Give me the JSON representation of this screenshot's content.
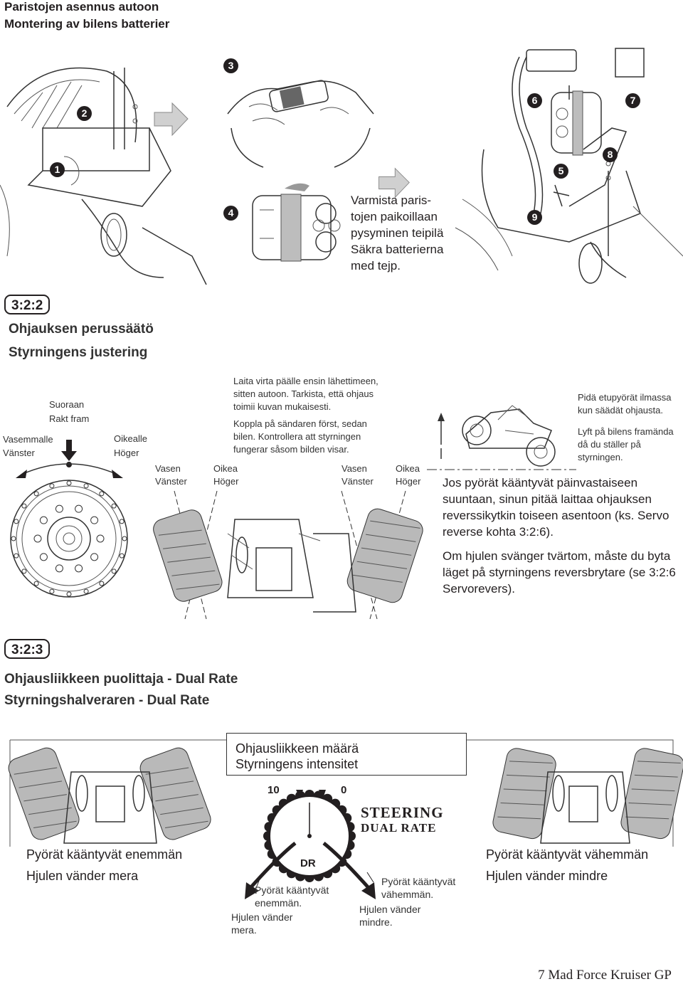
{
  "header": {
    "title_fi": "Paristojen asennus autoon",
    "title_sv": "Montering av bilens batterier"
  },
  "battery_steps": {
    "n1": "1",
    "n2": "2",
    "n3": "3",
    "n4": "4",
    "n5": "5",
    "n6": "6",
    "n7": "7",
    "n8": "8",
    "n9": "9",
    "tape_note_lines": [
      "Varmista paris-",
      "tojen paikoillaan",
      "pysyminen teipilä",
      "Säkra batterierna",
      "med tejp."
    ]
  },
  "section_322": {
    "number": "3:2:2",
    "title_fi": "Ohjauksen perussäätö",
    "title_sv": "Styrningens justering",
    "wheel": {
      "straight_fi": "Suoraan",
      "straight_sv": "Rakt fram",
      "left_fi": "Vasemmalle",
      "left_sv": "Vänster",
      "right_fi": "Oikealle",
      "right_sv": "Höger"
    },
    "car1": {
      "left_fi": "Vasen",
      "left_sv": "Vänster",
      "right_fi": "Oikea",
      "right_sv": "Höger"
    },
    "car2": {
      "left_fi": "Vasen",
      "left_sv": "Vänster",
      "right_fi": "Oikea",
      "right_sv": "Höger"
    },
    "instr_fi_lines": [
      "Laita virta päälle ensin lähettimeen,",
      "sitten autoon. Tarkista, että ohjaus",
      "toimii kuvan mukaisesti."
    ],
    "instr_sv_lines": [
      "Koppla på sändaren först, sedan",
      "bilen. Kontrollera att styrningen",
      "fungerar såsom bilden visar."
    ],
    "lift_fi_lines": [
      "Pidä etupyörät ilmassa",
      "kun säädät ohjausta."
    ],
    "lift_sv_lines": [
      "Lyft på bilens framända",
      "då du ställer på",
      "styrningen."
    ],
    "reverse_fi_lines": [
      "Jos pyörät kääntyvät päinvastaiseen",
      "suuntaan, sinun pitää laittaa ohjauksen",
      "reverssikytkin toiseen asentoon (ks. Servo",
      "reverse kohta 3:2:6)."
    ],
    "reverse_sv_lines": [
      "Om hjulen svänger tvärtom, måste du byta",
      "läget på styrningens reversbrytare (se 3:2:6",
      "Servorevers)."
    ]
  },
  "section_323": {
    "number": "3:2:3",
    "title_fi": "Ohjausliikkeen puolittaja - Dual Rate",
    "title_sv": "Styrningshalveraren - Dual Rate",
    "box_fi": "Ohjausliikkeen määrä",
    "box_sv": "Styrningens intensitet",
    "dial": {
      "label_10": "10",
      "label_0": "0",
      "dr": "DR",
      "steering": "STEERING",
      "dual_rate": "DUAL RATE",
      "more_fi_lines": [
        "Pyörät kääntyvät",
        "enemmän."
      ],
      "more_sv_lines": [
        "Hjulen vänder",
        "mera."
      ],
      "less_fi_lines": [
        "Pyörät kääntyvät",
        "vähemmän."
      ],
      "less_sv_lines": [
        "Hjulen vänder",
        "mindre."
      ]
    },
    "left_fi": "Pyörät kääntyvät enemmän",
    "left_sv": "Hjulen vänder mera",
    "right_fi": "Pyörät kääntyvät vähemmän",
    "right_sv": "Hjulen vänder mindre"
  },
  "footer": {
    "page": "7 Mad Force Kruiser GP"
  }
}
